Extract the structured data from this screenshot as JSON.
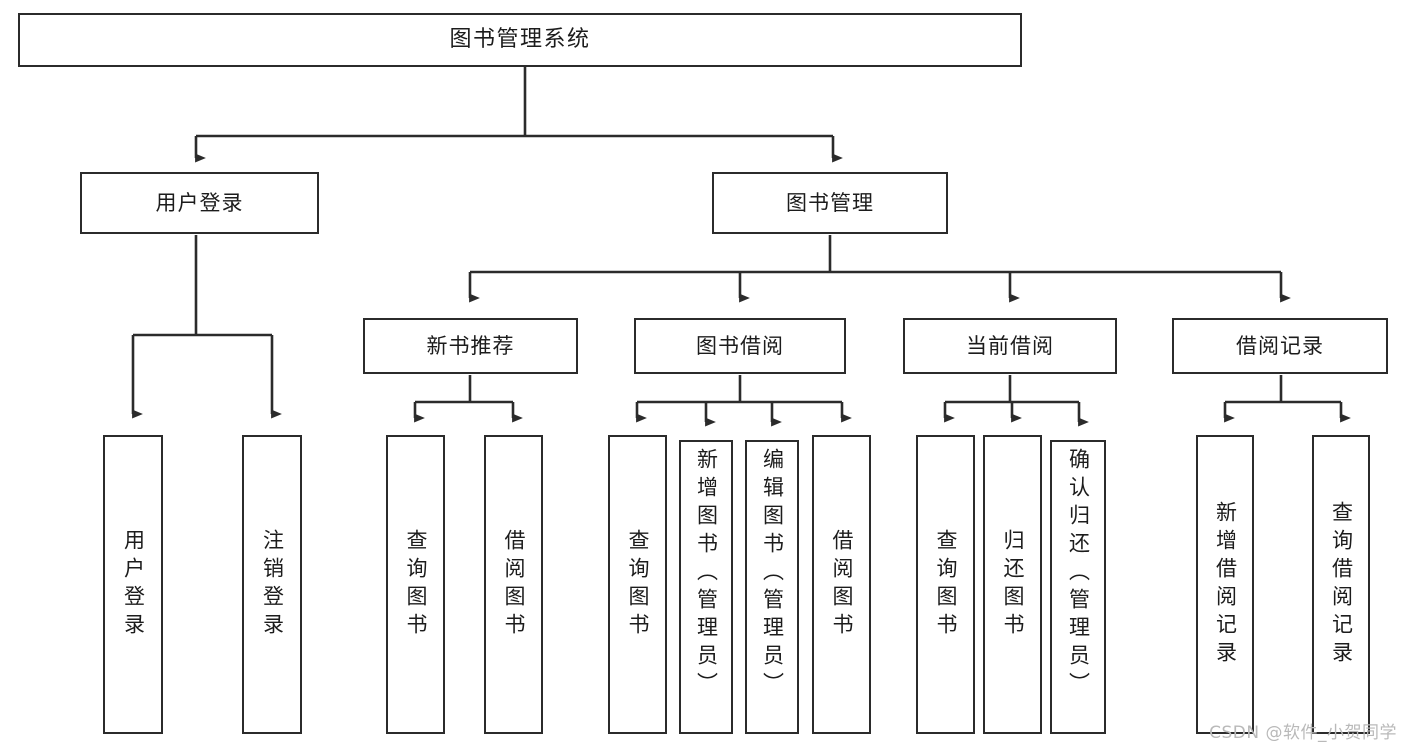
{
  "diagram": {
    "title": "图书管理系统",
    "type": "功能结构图",
    "root": {
      "label": "图书管理系统"
    },
    "level2": [
      {
        "label": "用户登录"
      },
      {
        "label": "图书管理"
      }
    ],
    "level3": [
      {
        "label": "新书推荐"
      },
      {
        "label": "图书借阅"
      },
      {
        "label": "当前借阅"
      },
      {
        "label": "借阅记录"
      }
    ],
    "leaves": {
      "user_login": [
        {
          "label": "用户登录"
        },
        {
          "label": "注销登录"
        }
      ],
      "new_book_recommend": [
        {
          "label": "查询图书"
        },
        {
          "label": "借阅图书"
        }
      ],
      "book_borrow": [
        {
          "label": "查询图书"
        },
        {
          "label": "新增图书（管理员）"
        },
        {
          "label": "编辑图书（管理员）"
        },
        {
          "label": "借阅图书"
        }
      ],
      "current_borrow": [
        {
          "label": "查询图书"
        },
        {
          "label": "归还图书"
        },
        {
          "label": "确认归还（管理员）"
        }
      ],
      "borrow_record": [
        {
          "label": "新增借阅记录"
        },
        {
          "label": "查询借阅记录"
        }
      ]
    }
  },
  "watermark": {
    "text": "CSDN @软件_小贺同学"
  },
  "colors": {
    "stroke": "#2b2b2b",
    "fill": "#ffffff",
    "text": "#1c1c1c",
    "watermark": "#b9b9b9"
  }
}
